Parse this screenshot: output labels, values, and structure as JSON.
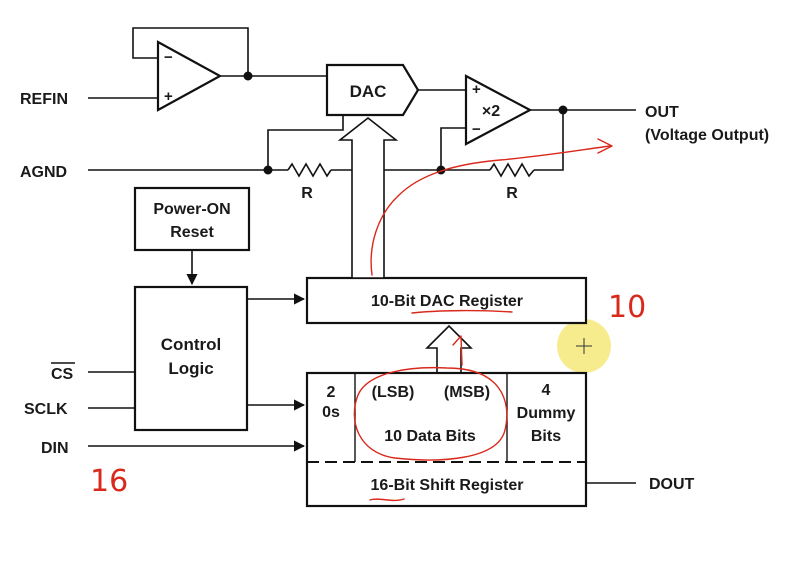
{
  "pins": {
    "refin": "REFIN",
    "agnd": "AGND",
    "cs": "CS",
    "sclk": "SCLK",
    "din": "DIN",
    "out": "OUT",
    "out_desc": "(Voltage Output)",
    "dout": "DOUT"
  },
  "blocks": {
    "dac": "DAC",
    "gain": "×2",
    "resistor_label": "R",
    "power_on_reset_line1": "Power-ON",
    "power_on_reset_line2": "Reset",
    "control_logic_line1": "Control",
    "control_logic_line2": "Logic",
    "dac_register": "10-Bit DAC Register",
    "shift_register": "16-Bit Shift Register",
    "zero_bits_line1": "2",
    "zero_bits_line2": "0s",
    "lsb": "(LSB)",
    "msb": "(MSB)",
    "data_bits": "10 Data Bits",
    "dummy_line1": "4",
    "dummy_line2": "Dummy",
    "dummy_line3": "Bits"
  },
  "amp_signs": {
    "minus": "−",
    "plus": "+"
  },
  "annotations": {
    "dac_bits": "10",
    "shift_bits": "16"
  },
  "colors": {
    "ink": "#d9291c",
    "cursor_highlight": "#f5e97a"
  }
}
